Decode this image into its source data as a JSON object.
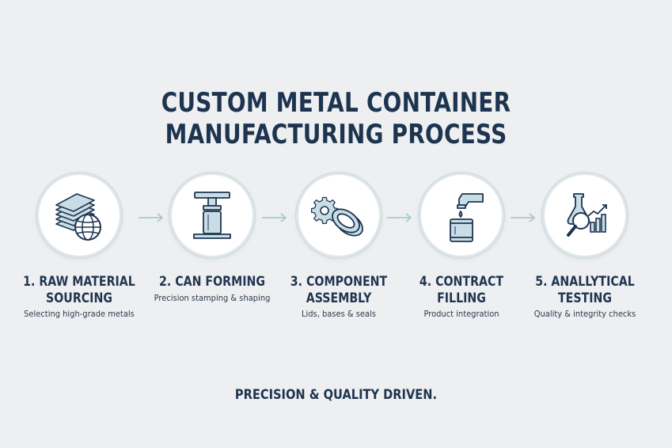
{
  "title": "CUSTOM METAL CONTAINER MANUFACTURING PROCESS",
  "colors": {
    "navy": "#1d3450",
    "icon_fill": "#c9dde6",
    "background": "#eeeff0",
    "arrow": "#a9c9d4"
  },
  "steps": [
    {
      "title_line1": "1. RAW MATERIAL",
      "title_line2": "SOURCING",
      "description": "Selecting high-grade metals",
      "icon": "metal-sheets-globe-icon"
    },
    {
      "title_line1": "2. CAN FORMING",
      "title_line2": "",
      "description": "Precision stamping & shaping",
      "icon": "press-machine-icon"
    },
    {
      "title_line1": "3. COMPONENT",
      "title_line2": "ASSEMBLY",
      "description": "Lids, bases & seals",
      "icon": "gear-lids-icon"
    },
    {
      "title_line1": "4. CONTRACT",
      "title_line2": "FILLING",
      "description": "Product integration",
      "icon": "filling-nozzle-icon"
    },
    {
      "title_line1": "5. ANALLYTICAL",
      "title_line2": "TESTING",
      "description": "Quality & integrity checks",
      "icon": "flask-magnifier-chart-icon"
    }
  ],
  "footer": "PRECISION & QUALITY DRIVEN."
}
